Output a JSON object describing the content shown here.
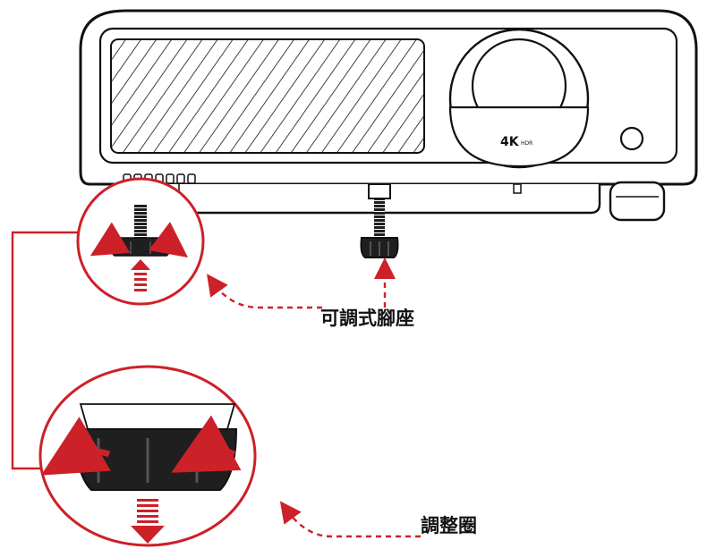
{
  "diagram": {
    "labels": {
      "adjustable_foot": "可調式腳座",
      "adjustment_ring": "調整圈"
    },
    "lens_badge": "4K",
    "lens_badge_sub": "HDR"
  },
  "colors": {
    "accent": "#cc2128",
    "outline": "#111111",
    "foot_fill": "#1f1f1f"
  },
  "icons": [
    "projector-icon",
    "curved-arrow-icon",
    "straight-arrow-icon",
    "dashed-arrow-icon"
  ]
}
